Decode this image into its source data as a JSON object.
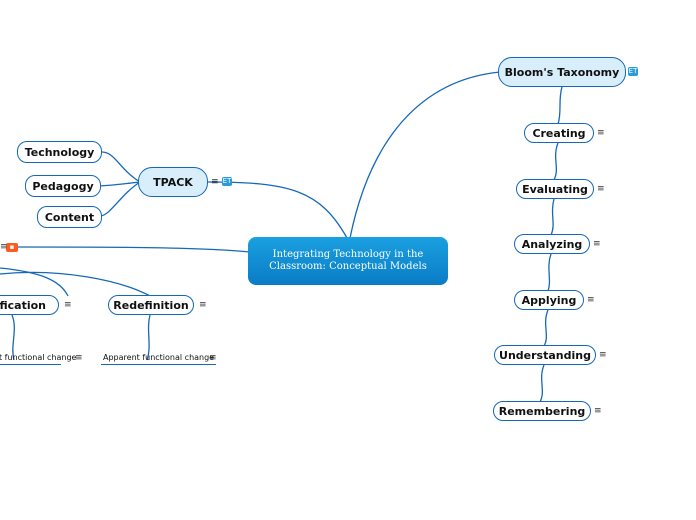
{
  "central": {
    "line1": "Integrating Technology in the",
    "line2": "Classroom: Conceptual Models"
  },
  "tpack": {
    "label": "TPACK",
    "children": [
      "Technology",
      "Pedagogy",
      "Content"
    ]
  },
  "bloom": {
    "label": "Bloom's Taxonomy",
    "children": [
      "Creating",
      "Evaluating",
      "Analyzing",
      "Applying",
      "Understanding",
      "Remembering"
    ]
  },
  "samr": {
    "modification": {
      "label": "dification",
      "note": "t functional change"
    },
    "redefinition": {
      "label": "Redefinition",
      "note": "Apparent functional change"
    }
  },
  "icons": {
    "menu": "≡",
    "expand_badge": "ET"
  },
  "colors": {
    "link": "#1668b8",
    "central_top": "#1aa0e0",
    "central_bottom": "#0a7cc6",
    "accent_orange": "#ff5a1f"
  }
}
